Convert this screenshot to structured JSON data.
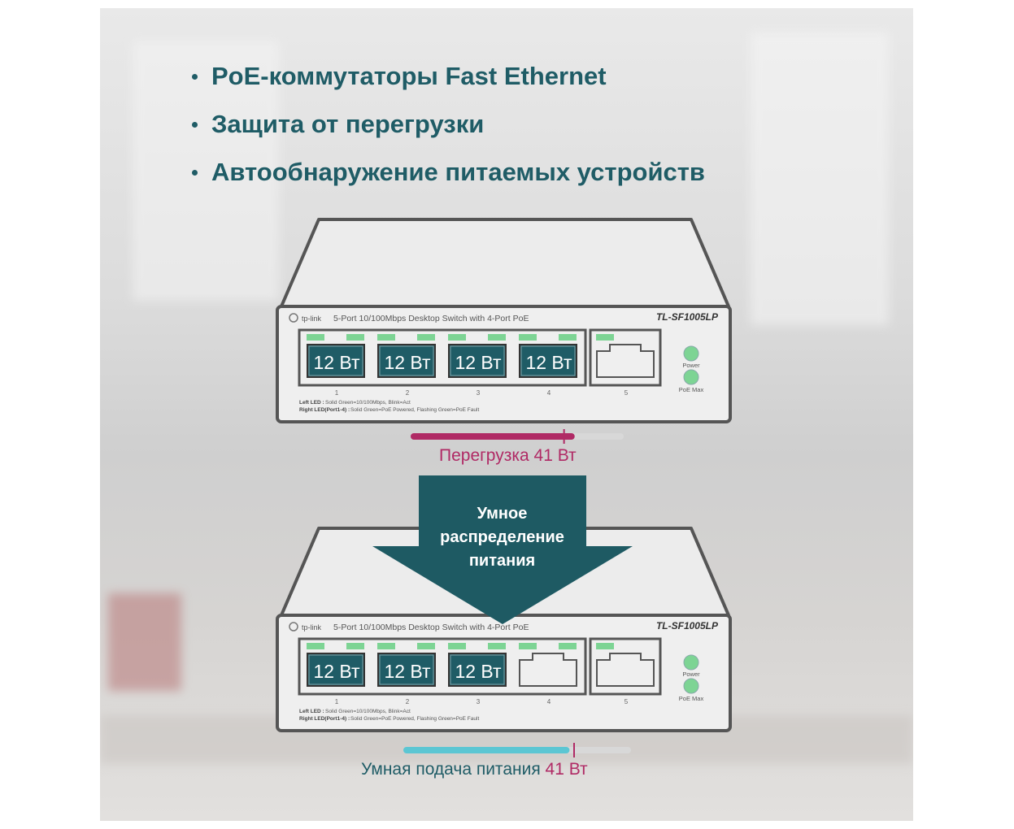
{
  "bullets": [
    "PoE-коммутаторы Fast Ethernet",
    "Защита от перегрузки",
    "Автообнаружение питаемых устройств"
  ],
  "switch": {
    "brand": "tp-link",
    "description": "5-Port 10/100Mbps Desktop Switch with 4-Port PoE",
    "model": "TL-SF1005LP",
    "port_numbers": [
      "1",
      "2",
      "3",
      "4",
      "5"
    ],
    "led_power": "Power",
    "led_poe_max": "PoE Max",
    "legend_left_label": "Left LED :",
    "legend_left_text": "Solid Green=10/100Mbps, Blink=Act",
    "legend_right_label": "Right LED(Port1-4) :",
    "legend_right_text": "Solid Green=PoE Powered, Flashing Green=PoE Fault"
  },
  "top_switch": {
    "powered_ports": [
      "12 Вт",
      "12 Вт",
      "12 Вт",
      "12 Вт"
    ]
  },
  "bottom_switch": {
    "powered_ports": [
      "12 Вт",
      "12 Вт",
      "12 Вт"
    ]
  },
  "overload": {
    "label": "Перегрузка 41 Вт",
    "fill_fraction": 0.77,
    "limit_fraction": 0.72
  },
  "smart": {
    "label_prefix": "Умная подача питания",
    "label_value": "41 Вт",
    "fill_fraction": 0.73,
    "limit_fraction": 0.75
  },
  "arrow": {
    "line1": "Умное",
    "line2": "распределение",
    "line3": "питания"
  },
  "colors": {
    "teal_dark": "#1f5c66",
    "arrow": "#1e5a63",
    "overload": "#b02a65",
    "smart": "#5cc6d3",
    "led_green": "#7dd494",
    "port_fill": "#1f5c66",
    "track": "#d8d8d8"
  }
}
